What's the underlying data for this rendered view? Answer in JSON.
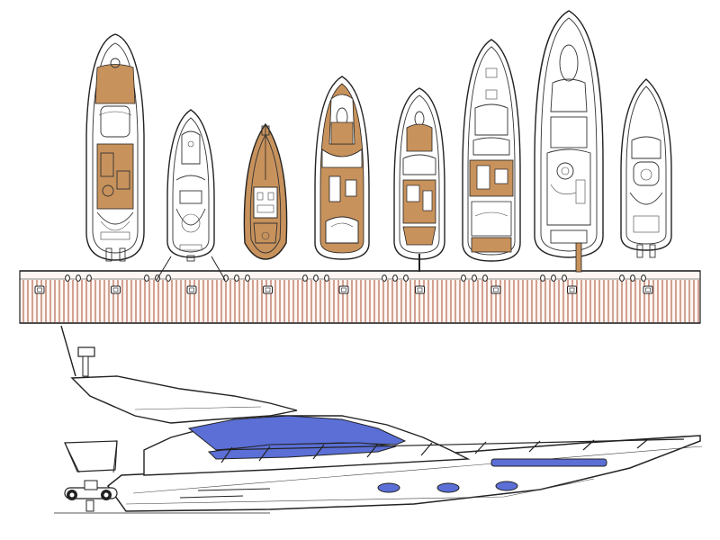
{
  "colors": {
    "teak": "#c8925c",
    "teak_dark": "#b07a45",
    "dock_plank": "#c78c7a",
    "dock_fill": "#fdf6f2",
    "window_blue": "#5b6fd6",
    "outline": "#222222"
  },
  "illustration": {
    "vessels": [
      {
        "id": "vessel-1",
        "kind": "flybridge-motor-yacht"
      },
      {
        "id": "vessel-2",
        "kind": "sport-cruiser"
      },
      {
        "id": "vessel-3",
        "kind": "wooden-launch"
      },
      {
        "id": "vessel-4",
        "kind": "express-cruiser"
      },
      {
        "id": "vessel-5",
        "kind": "cruiser"
      },
      {
        "id": "vessel-6",
        "kind": "sport-yacht"
      },
      {
        "id": "vessel-7",
        "kind": "flybridge-yacht"
      },
      {
        "id": "vessel-8",
        "kind": "open-cruiser"
      }
    ],
    "dock": {
      "cleat_count": 9,
      "bollard_count": 24
    },
    "profile_view": {
      "kind": "flybridge-motor-yacht-side-elevation",
      "portholes": 3
    }
  }
}
